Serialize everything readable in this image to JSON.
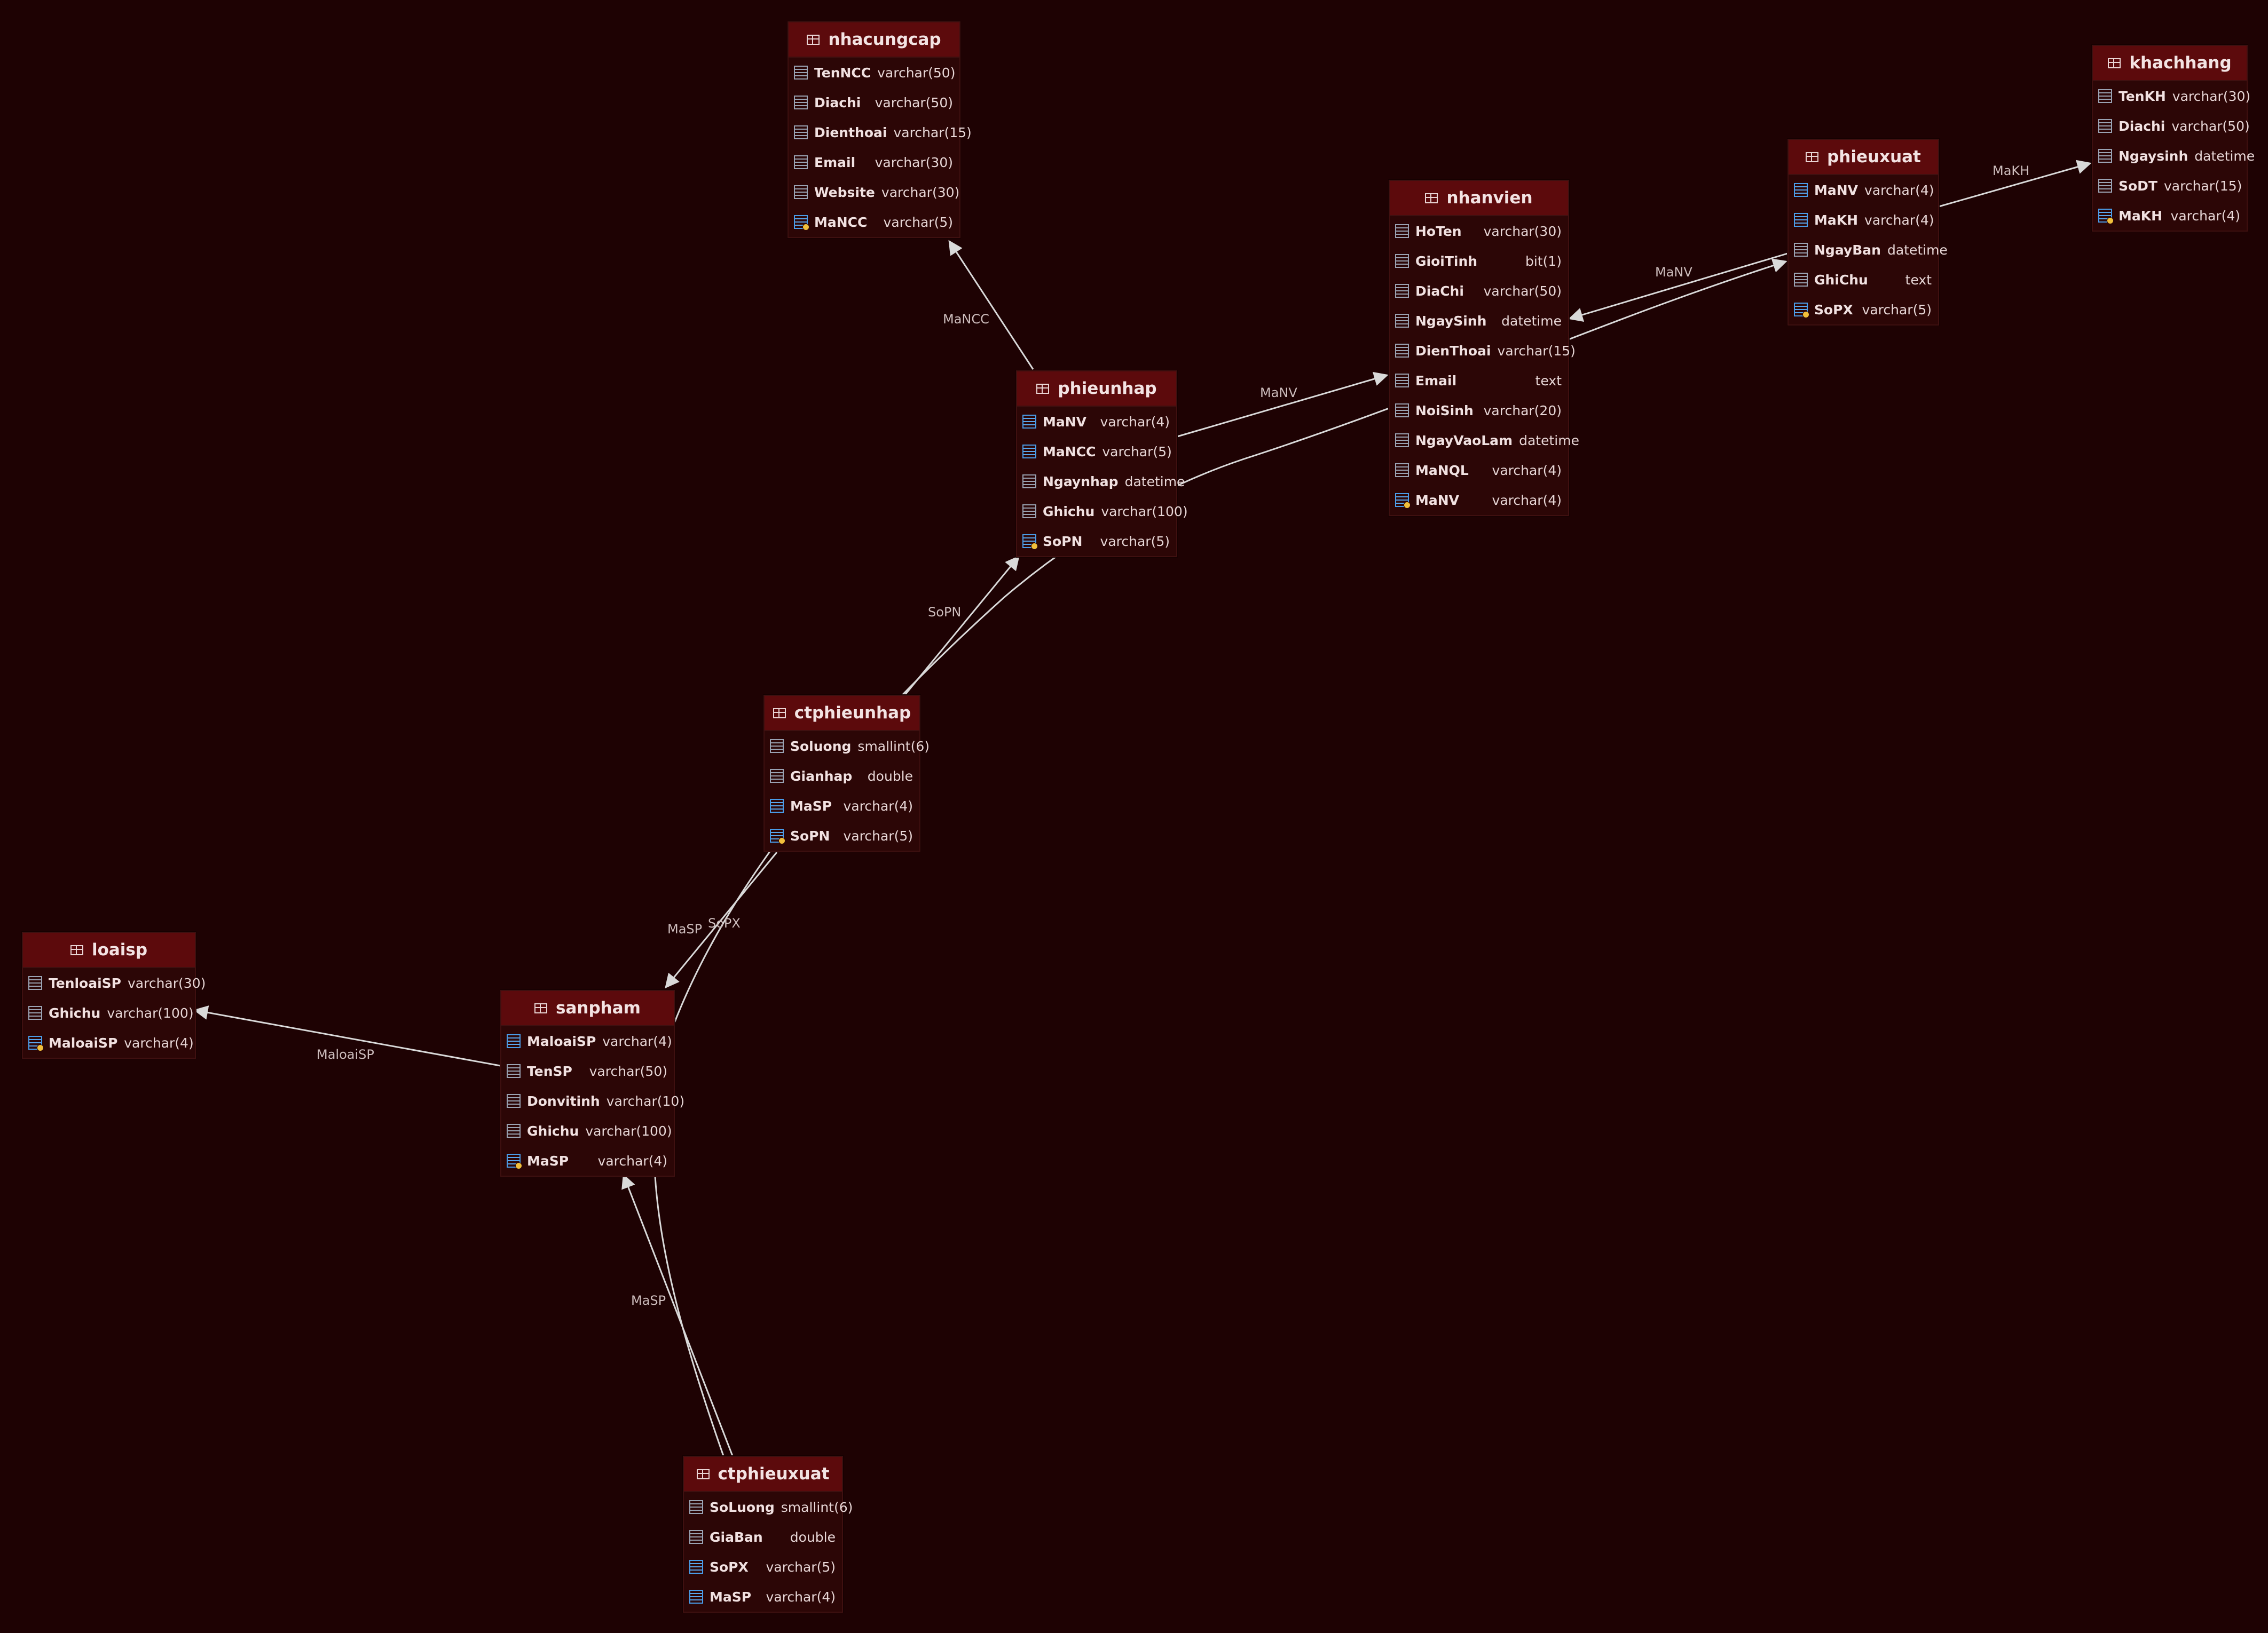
{
  "colors": {
    "background": "#1e0203",
    "header": "#5c0a0c",
    "table_body": "#2c0606",
    "connector": "#d9d9d9",
    "key_icon": "#4a9ce8",
    "pk_badge": "#f1bf3b"
  },
  "icons": {
    "table": "table-grid-icon",
    "column": "column-icon",
    "foreign_key": "foreign-key-column-icon",
    "primary_key": "primary-key-column-icon"
  },
  "tables": [
    {
      "id": "nhacungcap",
      "title": "nhacungcap",
      "columns": [
        {
          "name": "TenNCC",
          "type": "varchar(50)",
          "key": ""
        },
        {
          "name": "Diachi",
          "type": "varchar(50)",
          "key": ""
        },
        {
          "name": "Dienthoai",
          "type": "varchar(15)",
          "key": ""
        },
        {
          "name": "Email",
          "type": "varchar(30)",
          "key": ""
        },
        {
          "name": "Website",
          "type": "varchar(30)",
          "key": ""
        },
        {
          "name": "MaNCC",
          "type": "varchar(5)",
          "key": "pk"
        }
      ]
    },
    {
      "id": "khachhang",
      "title": "khachhang",
      "columns": [
        {
          "name": "TenKH",
          "type": "varchar(30)",
          "key": ""
        },
        {
          "name": "Diachi",
          "type": "varchar(50)",
          "key": ""
        },
        {
          "name": "Ngaysinh",
          "type": "datetime",
          "key": ""
        },
        {
          "name": "SoDT",
          "type": "varchar(15)",
          "key": ""
        },
        {
          "name": "MaKH",
          "type": "varchar(4)",
          "key": "pk"
        }
      ]
    },
    {
      "id": "phieuxuat",
      "title": "phieuxuat",
      "columns": [
        {
          "name": "MaNV",
          "type": "varchar(4)",
          "key": "fk"
        },
        {
          "name": "MaKH",
          "type": "varchar(4)",
          "key": "fk"
        },
        {
          "name": "NgayBan",
          "type": "datetime",
          "key": ""
        },
        {
          "name": "GhiChu",
          "type": "text",
          "key": ""
        },
        {
          "name": "SoPX",
          "type": "varchar(5)",
          "key": "pk"
        }
      ]
    },
    {
      "id": "nhanvien",
      "title": "nhanvien",
      "columns": [
        {
          "name": "HoTen",
          "type": "varchar(30)",
          "key": ""
        },
        {
          "name": "GioiTinh",
          "type": "bit(1)",
          "key": ""
        },
        {
          "name": "DiaChi",
          "type": "varchar(50)",
          "key": ""
        },
        {
          "name": "NgaySinh",
          "type": "datetime",
          "key": ""
        },
        {
          "name": "DienThoai",
          "type": "varchar(15)",
          "key": ""
        },
        {
          "name": "Email",
          "type": "text",
          "key": ""
        },
        {
          "name": "NoiSinh",
          "type": "varchar(20)",
          "key": ""
        },
        {
          "name": "NgayVaoLam",
          "type": "datetime",
          "key": ""
        },
        {
          "name": "MaNQL",
          "type": "varchar(4)",
          "key": ""
        },
        {
          "name": "MaNV",
          "type": "varchar(4)",
          "key": "pk"
        }
      ]
    },
    {
      "id": "phieunhap",
      "title": "phieunhap",
      "columns": [
        {
          "name": "MaNV",
          "type": "varchar(4)",
          "key": "fk"
        },
        {
          "name": "MaNCC",
          "type": "varchar(5)",
          "key": "fk"
        },
        {
          "name": "Ngaynhap",
          "type": "datetime",
          "key": ""
        },
        {
          "name": "Ghichu",
          "type": "varchar(100)",
          "key": ""
        },
        {
          "name": "SoPN",
          "type": "varchar(5)",
          "key": "pk"
        }
      ]
    },
    {
      "id": "ctphieunhap",
      "title": "ctphieunhap",
      "columns": [
        {
          "name": "Soluong",
          "type": "smallint(6)",
          "key": ""
        },
        {
          "name": "Gianhap",
          "type": "double",
          "key": ""
        },
        {
          "name": "MaSP",
          "type": "varchar(4)",
          "key": "fk"
        },
        {
          "name": "SoPN",
          "type": "varchar(5)",
          "key": "pk"
        }
      ]
    },
    {
      "id": "loaisp",
      "title": "loaisp",
      "columns": [
        {
          "name": "TenloaiSP",
          "type": "varchar(30)",
          "key": ""
        },
        {
          "name": "Ghichu",
          "type": "varchar(100)",
          "key": ""
        },
        {
          "name": "MaloaiSP",
          "type": "varchar(4)",
          "key": "pk"
        }
      ]
    },
    {
      "id": "sanpham",
      "title": "sanpham",
      "columns": [
        {
          "name": "MaloaiSP",
          "type": "varchar(4)",
          "key": "fk"
        },
        {
          "name": "TenSP",
          "type": "varchar(50)",
          "key": ""
        },
        {
          "name": "Donvitinh",
          "type": "varchar(10)",
          "key": ""
        },
        {
          "name": "Ghichu",
          "type": "varchar(100)",
          "key": ""
        },
        {
          "name": "MaSP",
          "type": "varchar(4)",
          "key": "pk"
        }
      ]
    },
    {
      "id": "ctphieuxuat",
      "title": "ctphieuxuat",
      "columns": [
        {
          "name": "SoLuong",
          "type": "smallint(6)",
          "key": ""
        },
        {
          "name": "GiaBan",
          "type": "double",
          "key": ""
        },
        {
          "name": "SoPX",
          "type": "varchar(5)",
          "key": "fk"
        },
        {
          "name": "MaSP",
          "type": "varchar(4)",
          "key": "fk"
        }
      ]
    }
  ],
  "relations": [
    {
      "id": "rel-phieunhap-nhacungcap",
      "label": "MaNCC"
    },
    {
      "id": "rel-phieunhap-nhanvien",
      "label": "MaNV"
    },
    {
      "id": "rel-phieuxuat-nhanvien",
      "label": "MaNV"
    },
    {
      "id": "rel-phieuxuat-khachhang",
      "label": "MaKH"
    },
    {
      "id": "rel-ctphieunhap-phieunhap",
      "label": "SoPN"
    },
    {
      "id": "rel-ctphieunhap-sanpham",
      "label": "MaSP"
    },
    {
      "id": "rel-ctphieuxuat-phieuxuat",
      "label": "SoPX"
    },
    {
      "id": "rel-sanpham-loaisp",
      "label": "MaloaiSP"
    },
    {
      "id": "rel-ctphieuxuat-sanpham",
      "label": "MaSP"
    }
  ]
}
